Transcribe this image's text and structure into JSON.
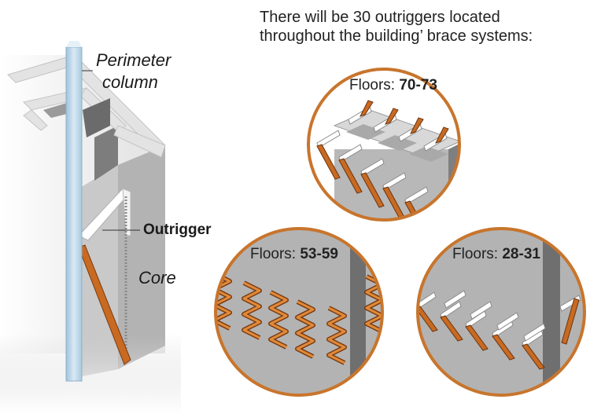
{
  "headline": {
    "line1": "There will be 30 outriggers located",
    "line2": "throughout the building’ brace systems:"
  },
  "labels": {
    "perimeter_line1": "Perimeter",
    "perimeter_line2": "column",
    "outrigger": "Outrigger",
    "core": "Core"
  },
  "details": [
    {
      "prefix": "Floors: ",
      "range": "70-73"
    },
    {
      "prefix": "Floors: ",
      "range": "53-59"
    },
    {
      "prefix": "Floors: ",
      "range": "28-31"
    }
  ],
  "colors": {
    "outrigger_orange": "#c96a22",
    "ring_orange": "#c8752d",
    "core_gray": "#a9a9a9",
    "column_blue": "#bcd6e8"
  }
}
